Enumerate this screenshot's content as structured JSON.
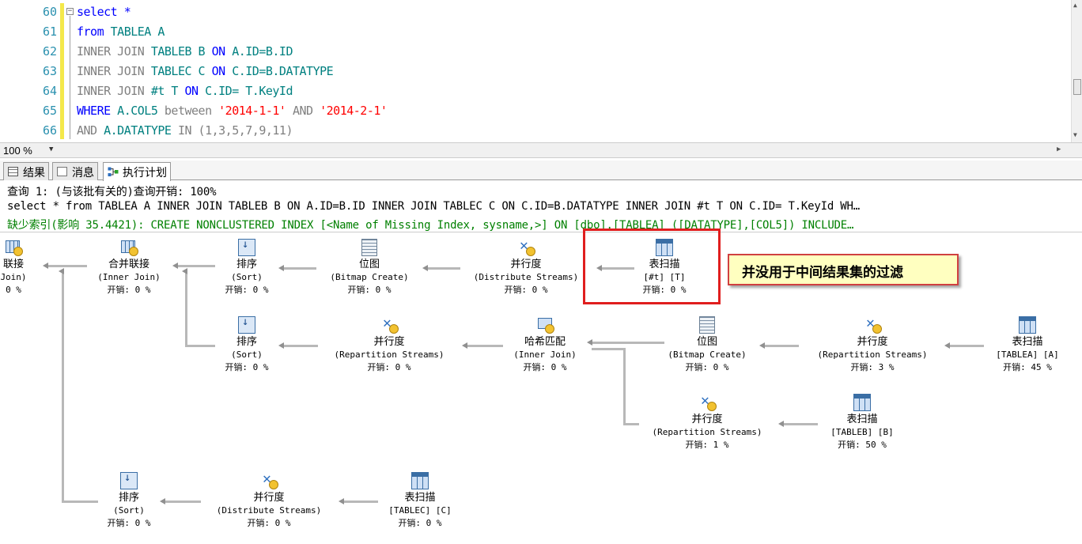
{
  "editor": {
    "lines": [
      {
        "num": "60",
        "parts": [
          {
            "t": "select *",
            "c": "kw"
          }
        ]
      },
      {
        "num": "61",
        "parts": [
          {
            "t": "from",
            "c": "kw"
          },
          {
            "t": " TABLEA A",
            "c": "tx"
          }
        ]
      },
      {
        "num": "62",
        "parts": [
          {
            "t": "INNER JOIN",
            "c": "gr"
          },
          {
            "t": " TABLEB B ",
            "c": "tx"
          },
          {
            "t": "ON",
            "c": "kw"
          },
          {
            "t": " A.ID=B.ID",
            "c": "tx"
          }
        ]
      },
      {
        "num": "63",
        "parts": [
          {
            "t": "INNER JOIN",
            "c": "gr"
          },
          {
            "t": " TABLEC C ",
            "c": "tx"
          },
          {
            "t": "ON",
            "c": "kw"
          },
          {
            "t": " C.ID=B.DATATYPE",
            "c": "tx"
          }
        ]
      },
      {
        "num": "64",
        "parts": [
          {
            "t": "INNER JOIN",
            "c": "gr"
          },
          {
            "t": " #t T ",
            "c": "tx"
          },
          {
            "t": "ON",
            "c": "kw"
          },
          {
            "t": " C.ID= T.KeyId",
            "c": "tx"
          }
        ]
      },
      {
        "num": "65",
        "parts": [
          {
            "t": "WHERE",
            "c": "kw"
          },
          {
            "t": " A.COL5 ",
            "c": "tx"
          },
          {
            "t": "between",
            "c": "gr"
          },
          {
            "t": " '2014-1-1' ",
            "c": "str"
          },
          {
            "t": "AND",
            "c": "gr"
          },
          {
            "t": " '2014-2-1'",
            "c": "str"
          }
        ]
      },
      {
        "num": "66",
        "parts": [
          {
            "t": "AND",
            "c": "gr"
          },
          {
            "t": " A.DATATYPE ",
            "c": "tx"
          },
          {
            "t": "IN",
            "c": "gr"
          },
          {
            "t": " (1,3,5,7,9,11)",
            "c": "gr"
          }
        ]
      }
    ]
  },
  "zoom": {
    "value": "100 %"
  },
  "tabs": [
    {
      "label": "结果",
      "icon": "grid-icon",
      "active": false
    },
    {
      "label": "消息",
      "icon": "message-icon",
      "active": false
    },
    {
      "label": "执行计划",
      "icon": "plan-icon",
      "active": true
    }
  ],
  "plan": {
    "query_header": "查询 1: (与该批有关的)查询开销: 100%",
    "query_text": "select * from TABLEA A INNER JOIN TABLEB B ON A.ID=B.ID INNER JOIN TABLEC C ON C.ID=B.DATATYPE INNER JOIN #t T ON C.ID= T.KeyId WH…",
    "missing_index": "缺少索引(影响 35.4421): CREATE NONCLUSTERED INDEX [<Name of Missing Index, sysname,>] ON [dbo].[TABLEA] ([DATATYPE],[COL5]) INCLUDE…",
    "nodes": [
      {
        "id": "root",
        "name": "联接",
        "sub": "Join)",
        "cost": "0 %",
        "icon": "merge-join-icon"
      },
      {
        "id": "merge-join",
        "name": "合并联接",
        "sub": "(Inner Join)",
        "cost": "开销: 0 %",
        "icon": "merge-join-icon"
      },
      {
        "id": "sort-1",
        "name": "排序",
        "sub": "(Sort)",
        "cost": "开销: 0 %",
        "icon": "sort-icon"
      },
      {
        "id": "bitmap-1",
        "name": "位图",
        "sub": "(Bitmap Create)",
        "cost": "开销: 0 %",
        "icon": "bitmap-icon"
      },
      {
        "id": "parallel-1",
        "name": "并行度",
        "sub": "(Distribute Streams)",
        "cost": "开销: 0 %",
        "icon": "parallelism-icon"
      },
      {
        "id": "scan-t",
        "name": "表扫描",
        "sub": "[#t] [T]",
        "cost": "开销: 0 %",
        "icon": "table-scan-icon"
      },
      {
        "id": "sort-2",
        "name": "排序",
        "sub": "(Sort)",
        "cost": "开销: 0 %",
        "icon": "sort-icon"
      },
      {
        "id": "parallel-2",
        "name": "并行度",
        "sub": "(Repartition Streams)",
        "cost": "开销: 0 %",
        "icon": "parallelism-icon"
      },
      {
        "id": "hash-match",
        "name": "哈希匹配",
        "sub": "(Inner Join)",
        "cost": "开销: 0 %",
        "icon": "hash-match-icon"
      },
      {
        "id": "bitmap-2",
        "name": "位图",
        "sub": "(Bitmap Create)",
        "cost": "开销: 0 %",
        "icon": "bitmap-icon"
      },
      {
        "id": "parallel-3",
        "name": "并行度",
        "sub": "(Repartition Streams)",
        "cost": "开销: 3 %",
        "icon": "parallelism-icon"
      },
      {
        "id": "scan-a",
        "name": "表扫描",
        "sub": "[TABLEA] [A]",
        "cost": "开销: 45 %",
        "icon": "table-scan-icon"
      },
      {
        "id": "parallel-4",
        "name": "并行度",
        "sub": "(Repartition Streams)",
        "cost": "开销: 1 %",
        "icon": "parallelism-icon"
      },
      {
        "id": "scan-b",
        "name": "表扫描",
        "sub": "[TABLEB] [B]",
        "cost": "开销: 50 %",
        "icon": "table-scan-icon"
      },
      {
        "id": "sort-3",
        "name": "排序",
        "sub": "(Sort)",
        "cost": "开销: 0 %",
        "icon": "sort-icon"
      },
      {
        "id": "parallel-5",
        "name": "并行度",
        "sub": "(Distribute Streams)",
        "cost": "开销: 0 %",
        "icon": "parallelism-icon"
      },
      {
        "id": "scan-c",
        "name": "表扫描",
        "sub": "[TABLEC] [C]",
        "cost": "开销: 0 %",
        "icon": "table-scan-icon"
      }
    ]
  },
  "annotation": {
    "callout": "并没用于中间结果集的过滤",
    "highlight_color": "#e01e1e"
  }
}
